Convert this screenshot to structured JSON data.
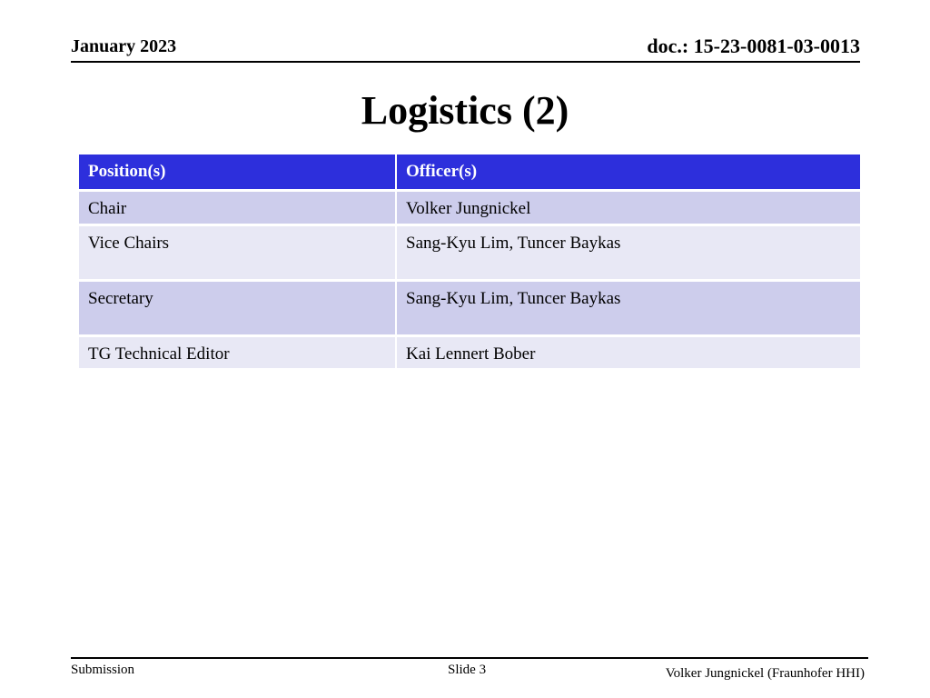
{
  "header": {
    "date": "January 2023",
    "doc_id": "doc.: 15-23-0081-03-0013"
  },
  "title": "Logistics (2)",
  "table": {
    "columns": [
      "Position(s)",
      "Officer(s)"
    ],
    "rows": [
      {
        "position": "Chair",
        "officers": "Volker Jungnickel"
      },
      {
        "position": "Vice Chairs",
        "officers": "Sang-Kyu Lim, Tuncer Baykas"
      },
      {
        "position": "Secretary",
        "officers": "Sang-Kyu Lim, Tuncer Baykas"
      },
      {
        "position": "TG Technical Editor",
        "officers": "Kai Lennert Bober"
      }
    ],
    "colors": {
      "header": "#2d2fdc",
      "band_dark": "#cdcdec",
      "band_light": "#e8e8f5"
    }
  },
  "footer": {
    "left": "Submission",
    "slide": "Slide 3",
    "author": "Volker Jungnickel (Fraunhofer HHI)"
  }
}
